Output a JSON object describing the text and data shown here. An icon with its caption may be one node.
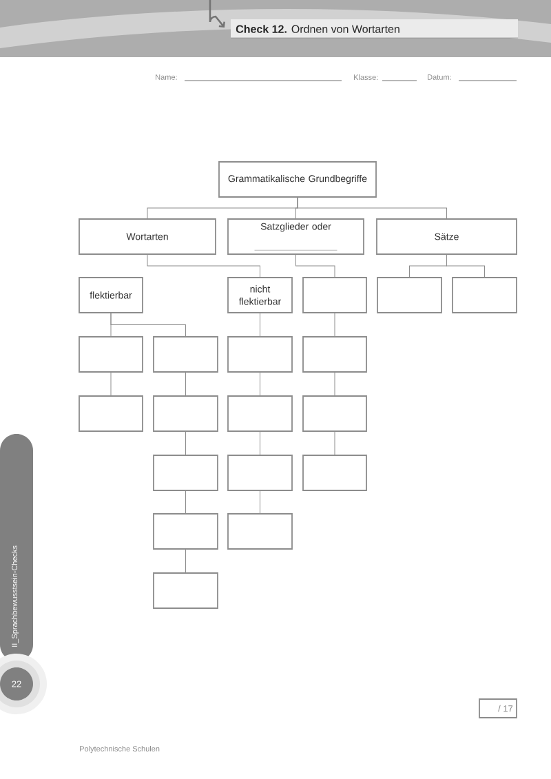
{
  "diagram": {
    "title": "**Check 12.** Ordnen von Wortarten",
    "nodes": [
      {
        "text": [
          "Grammatikalische Grundbegriffe"
        ]
      },
      {
        "text": [
          "Wortarten"
        ]
      },
      {
        "text": [
          "Satzglieder oder"
        ]
      },
      {
        "text": [
          "Sätze"
        ]
      },
      {
        "text": [
          "flektierbar"
        ]
      },
      {
        "text": [
          "nicht flektierbar"
        ]
      },
      {
        "text": [],
        "shape": "box"
      },
      {
        "text": [],
        "shape": "box"
      },
      {
        "text": [],
        "shape": "box"
      },
      {
        "text": [],
        "shape": "box"
      },
      {
        "text": [],
        "shape": "box"
      },
      {
        "text": [],
        "shape": "box"
      },
      {
        "text": [],
        "shape": "box"
      },
      {
        "text": [],
        "shape": "box"
      },
      {
        "text": [],
        "shape": "box"
      },
      {
        "text": [],
        "shape": "box"
      },
      {
        "text": [],
        "shape": "box"
      },
      {
        "text": [],
        "shape": "box"
      },
      {
        "text": [],
        "shape": "box"
      },
      {
        "text": [],
        "shape": "box"
      },
      {
        "text": [],
        "shape": "box"
      },
      {
        "text": [],
        "shape": "box"
      },
      {
        "text": [],
        "shape": "box"
      }
    ],
    "edges": [
      {
        "from": 0,
        "to": 1,
        "arrow": "none"
      },
      {
        "from": 0,
        "to": 2,
        "arrow": "none"
      },
      {
        "from": 0,
        "to": 3,
        "arrow": "none"
      },
      {
        "from": 1,
        "to": 5,
        "arrow": "none"
      },
      {
        "from": 2,
        "to": 6,
        "arrow": "none"
      },
      {
        "from": 3,
        "to": 7,
        "arrow": "none"
      },
      {
        "from": 3,
        "to": 8,
        "arrow": "none"
      },
      {
        "from": 4,
        "to": 9,
        "arrow": "none"
      },
      {
        "from": 4,
        "to": 10,
        "arrow": "none"
      },
      {
        "from": 5,
        "to": 11,
        "arrow": "none"
      },
      {
        "from": 6,
        "to": 12,
        "arrow": "none"
      },
      {
        "from": 9,
        "to": 13,
        "arrow": "none"
      },
      {
        "from": 10,
        "to": 14,
        "arrow": "none"
      },
      {
        "from": 11,
        "to": 15,
        "arrow": "none"
      },
      {
        "from": 12,
        "to": 16,
        "arrow": "none"
      },
      {
        "from": 14,
        "to": 17,
        "arrow": "none"
      },
      {
        "from": 15,
        "to": 18,
        "arrow": "none"
      },
      {
        "from": 16,
        "to": 19,
        "arrow": "none"
      },
      {
        "from": 17,
        "to": 20,
        "arrow": "none"
      },
      {
        "from": 18,
        "to": 21,
        "arrow": "none"
      },
      {
        "from": 20,
        "to": 22,
        "arrow": "none"
      }
    ],
    "labels": [
      "Name:",
      "Klasse:",
      "Datum:",
      "II_Sprachbewusstsein-Checks",
      "22",
      "/ 17",
      "Polytechnische Schulen"
    ]
  }
}
